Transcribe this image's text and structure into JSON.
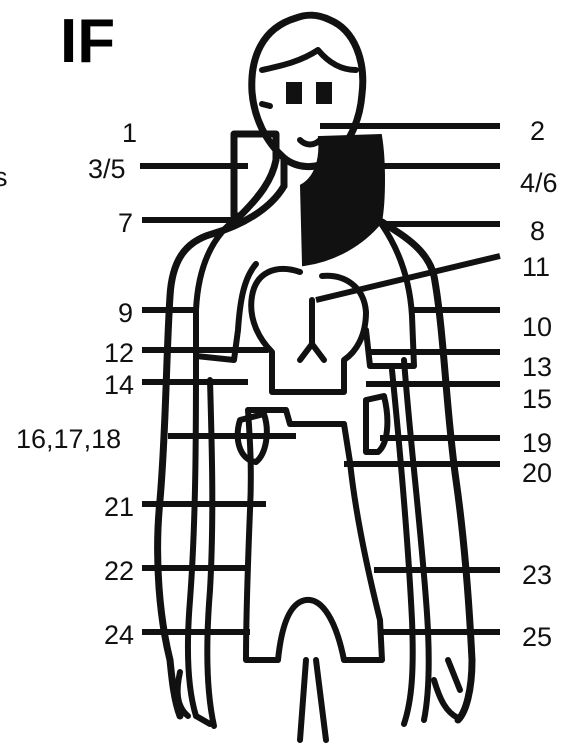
{
  "title": "IF",
  "edge_fragment": "s",
  "labels_left": [
    "1",
    "3/5",
    "7",
    "9",
    "12",
    "14",
    "16,17,18",
    "21",
    "22",
    "24"
  ],
  "labels_right": [
    "2",
    "4/6",
    "8",
    "11",
    "10",
    "13",
    "15",
    "19",
    "20",
    "23",
    "25"
  ],
  "colors": {
    "ink": "#111111",
    "background": "#ffffff"
  }
}
